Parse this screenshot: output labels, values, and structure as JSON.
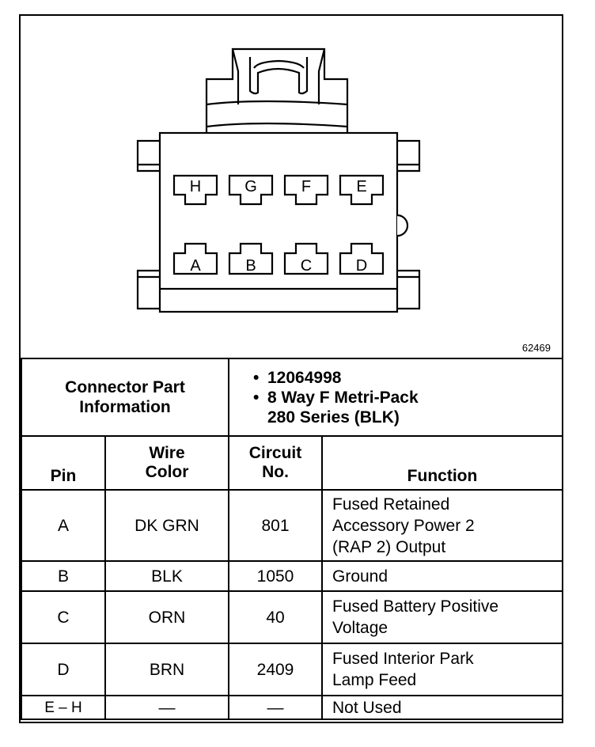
{
  "figure_number": "62469",
  "connector_info": {
    "label": "Connector Part Information",
    "items": [
      "12064998",
      "8 Way F Metri-Pack",
      "280 Series (BLK)"
    ]
  },
  "cavities": {
    "top_row": [
      "H",
      "G",
      "F",
      "E"
    ],
    "bottom_row": [
      "A",
      "B",
      "C",
      "D"
    ]
  },
  "table": {
    "headers": {
      "pin": "Pin",
      "wire_color": [
        "Wire",
        "Color"
      ],
      "circuit": [
        "Circuit",
        "No."
      ],
      "function": "Function"
    },
    "rows": [
      {
        "pin": "A",
        "wire": "DK GRN",
        "circuit": "801",
        "function": [
          "Fused Retained",
          "Accessory Power 2",
          "(RAP 2) Output"
        ]
      },
      {
        "pin": "B",
        "wire": "BLK",
        "circuit": "1050",
        "function": [
          "Ground"
        ]
      },
      {
        "pin": "C",
        "wire": "ORN",
        "circuit": "40",
        "function": [
          "Fused Battery Positive",
          "Voltage"
        ]
      },
      {
        "pin": "D",
        "wire": "BRN",
        "circuit": "2409",
        "function": [
          "Fused Interior Park",
          "Lamp Feed"
        ]
      },
      {
        "pin": "E – H",
        "wire": "—",
        "circuit": "—",
        "function": [
          "Not Used"
        ]
      }
    ]
  }
}
